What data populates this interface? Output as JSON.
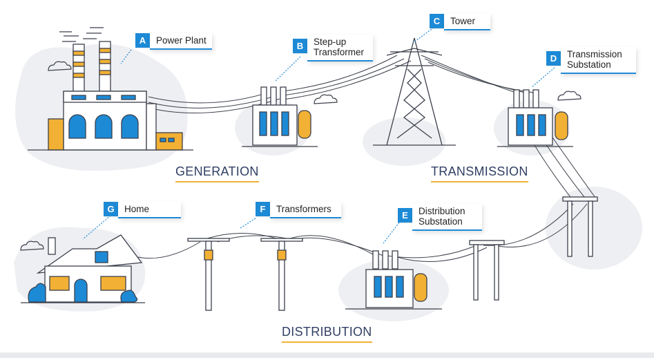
{
  "colors": {
    "accent": "#1d8ad6",
    "orange": "#f2b134",
    "heading": "#2f3e63",
    "ink": "#3b3f4a",
    "cloud": "#eeeff2"
  },
  "labels": [
    {
      "key": "A",
      "text": "Power Plant"
    },
    {
      "key": "B",
      "text": "Step-up Transformer"
    },
    {
      "key": "C",
      "text": "Tower"
    },
    {
      "key": "D",
      "text": "Transmission Substation"
    },
    {
      "key": "E",
      "text": "Distribution Substation"
    },
    {
      "key": "F",
      "text": "Transformers"
    },
    {
      "key": "G",
      "text": "Home"
    }
  ],
  "sections": {
    "generation": "GENERATION",
    "transmission": "TRANSMISSION",
    "distribution": "DISTRIBUTION"
  }
}
